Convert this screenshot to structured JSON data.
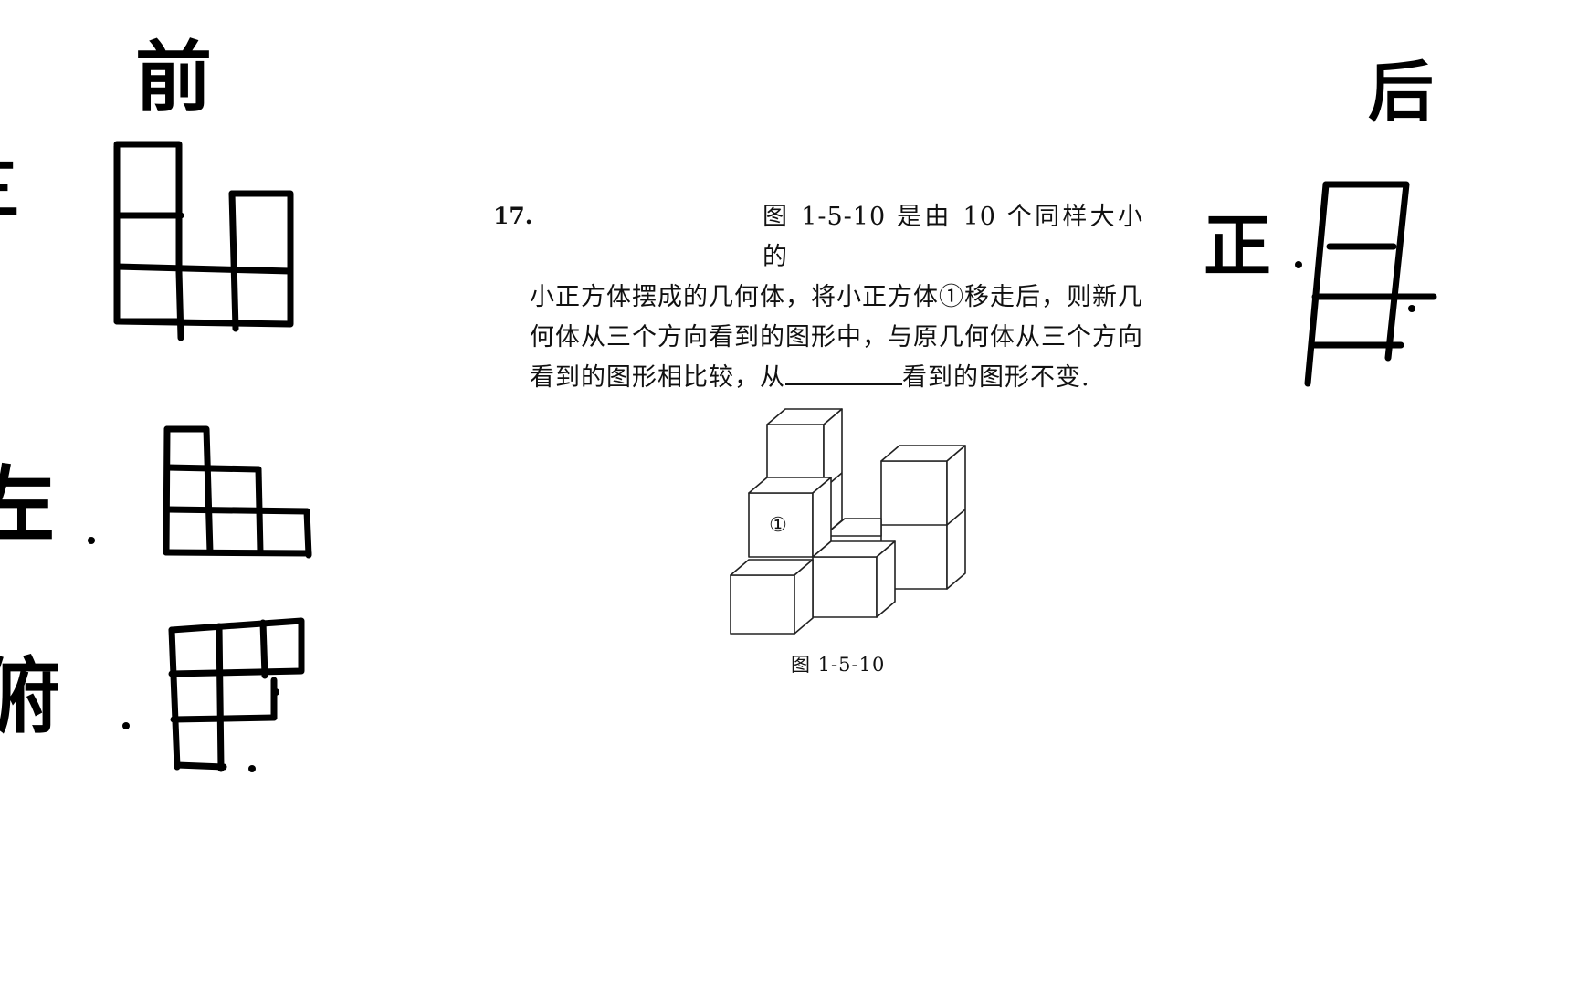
{
  "question": {
    "number": "17.",
    "text_line1": "图 1-5-10 是由 10 个同样大小的",
    "text_body": "小正方体摆成的几何体，将小正方体①移走后，则新几何体从三个方向看到的图形中，与原几何体从三个方向看到的图形相比较，从",
    "blank_label": "",
    "text_end": "看到的图形不变."
  },
  "figure": {
    "cube_label": "①",
    "caption": "图 1-5-10"
  },
  "handwriting": {
    "top_left_label": "前",
    "top_right_label": "后",
    "right_label": "正",
    "left_middle_label": "左",
    "left_bottom_label": "俯",
    "edge_partial": "三"
  },
  "colors": {
    "ink": "#000000",
    "paper": "#ffffff"
  }
}
